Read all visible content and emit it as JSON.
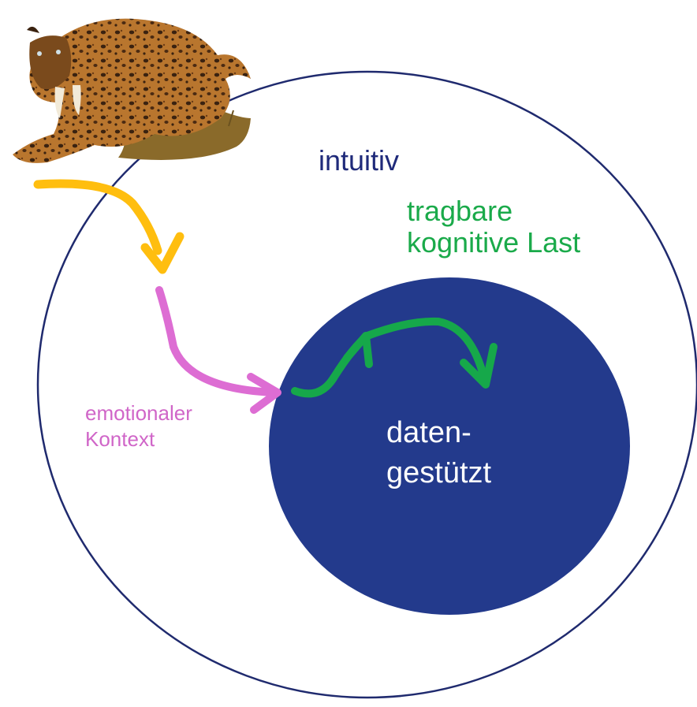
{
  "labels": {
    "outer": "intuitiv",
    "cognitive_load_line1": "tragbare",
    "cognitive_load_line2": "kognitive Last",
    "emotion_line1": "emotionaler",
    "emotion_line2": "Kontext",
    "inner_line1": "daten-",
    "inner_line2": "gestützt"
  },
  "colors": {
    "outer_circle_stroke": "#1f2a6e",
    "inner_circle_fill": "#233a8c",
    "intuitiv_text": "#1f2a7a",
    "load_text": "#1aaa4a",
    "emotion_text": "#d066c8",
    "data_text": "#ffffff",
    "arrow_yellow": "#ffbe0f",
    "arrow_pink": "#dd6dd3",
    "arrow_green": "#16a84a"
  },
  "icons": {
    "animal": "sabre-tooth-tiger-image"
  }
}
